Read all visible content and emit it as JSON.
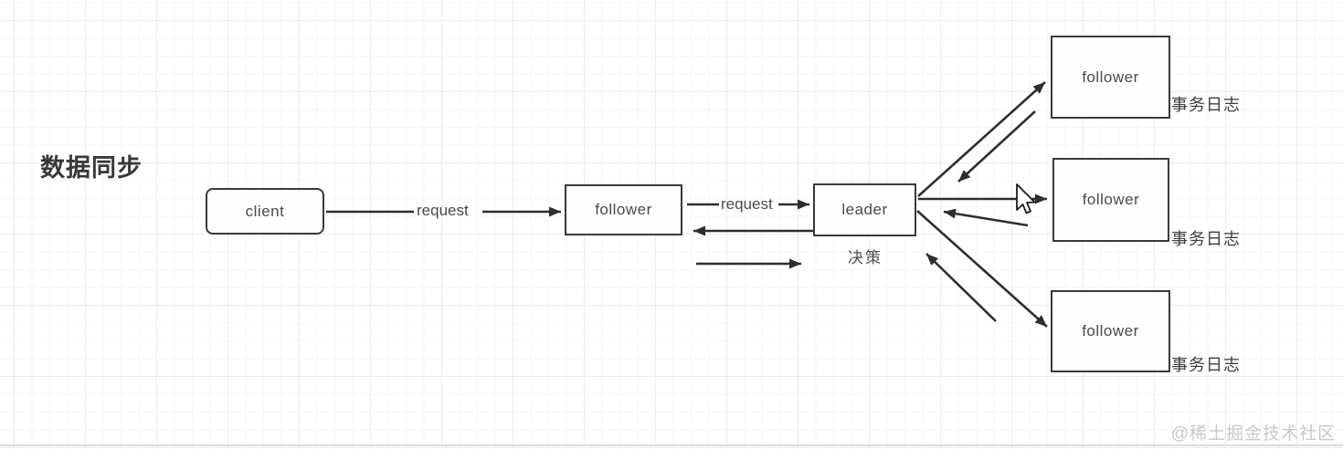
{
  "title": "数据同步",
  "watermark": "@稀土掘金技术社区",
  "nodes": {
    "client": {
      "label": "client"
    },
    "follower_mid": {
      "label": "follower"
    },
    "leader": {
      "label": "leader"
    },
    "follower_top": {
      "label": "follower"
    },
    "follower_right": {
      "label": "follower"
    },
    "follower_bottom": {
      "label": "follower"
    }
  },
  "edge_labels": {
    "client_to_follower": "request",
    "follower_to_leader": "request",
    "leader_decision": "决策"
  },
  "annotations": {
    "txlog_top": "事务日志",
    "txlog_mid": "事务日志",
    "txlog_bottom": "事务日志"
  },
  "colors": {
    "node_border": "#3a3a3a",
    "arrow": "#2e2e2e",
    "node_text": "#4a4a4a",
    "title_text": "#383838",
    "grid_minor": "#f6f6f6",
    "grid_major": "#ececec",
    "watermark_text": "#c9c9c9"
  }
}
